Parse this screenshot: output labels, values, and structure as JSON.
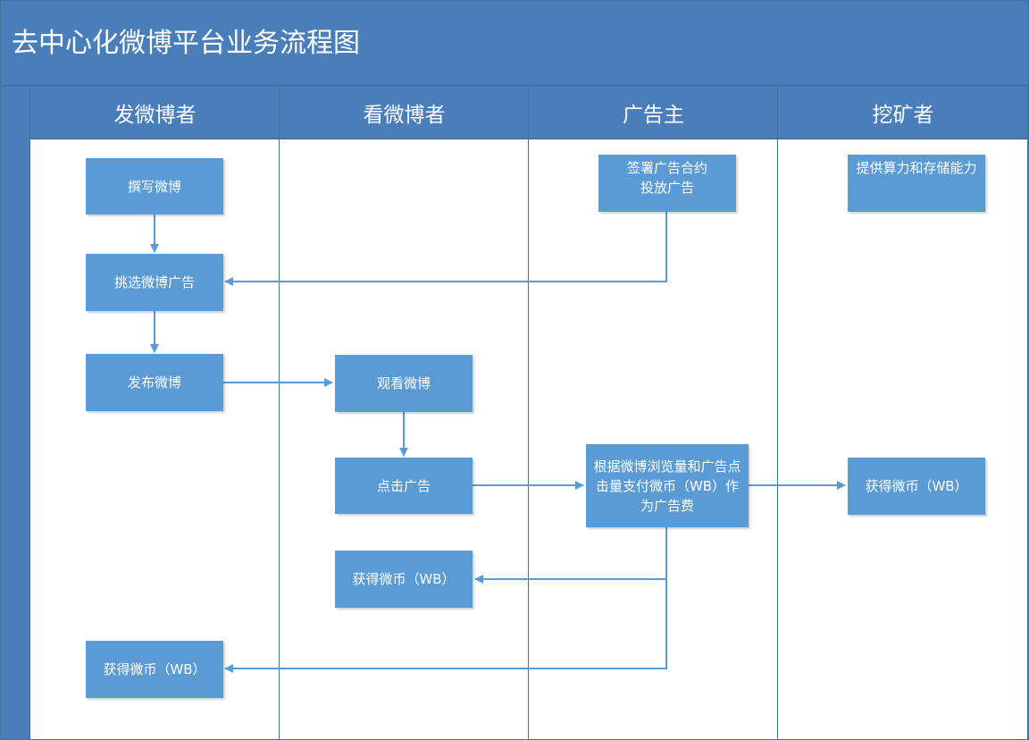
{
  "title": "去中心化微博平台业务流程图",
  "colors": {
    "header": "#4a7ebb",
    "box": "#5b9bd5",
    "line": "#5b9bd5"
  },
  "lanes": [
    "发微博者",
    "看微博者",
    "广告主",
    "挖矿者"
  ],
  "boxes": {
    "write": "撰写微博",
    "pick_ad": "挑选微博广告",
    "publish": "发布微博",
    "get_coin_publisher": "获得微币（WB）",
    "watch": "观看微博",
    "click_ad": "点击广告",
    "get_coin_viewer": "获得微币（WB）",
    "sign_contract": "签署广告合约\n投放广告",
    "pay": "根据微博浏览量和广告点击量支付微币（WB）作为广告费",
    "provide": "提供算力和存储能力",
    "get_coin_miner": "获得微币（WB）"
  }
}
